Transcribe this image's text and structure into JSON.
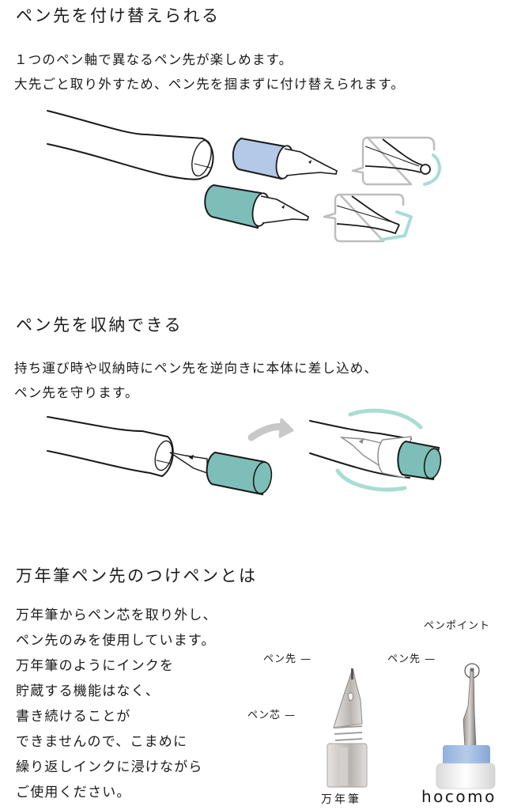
{
  "section1": {
    "title": "ペン先を付け替えられる",
    "lines": [
      "１つのペン軸で異なるペン先が楽しめます。",
      "大先ごと取り外すため、ペン先を掴まずに付け替えられます。"
    ],
    "illustration": "pen-nib-swap-illustration"
  },
  "section2": {
    "title": "ペン先を収納できる",
    "lines": [
      "持ち運び時や収納時にペン先を逆向きに本体に差し込め、",
      "ペン先を守ります。"
    ],
    "illustration": "pen-nib-storage-illustration"
  },
  "section3": {
    "title": "万年筆ペン先のつけペンとは",
    "lines": [
      "万年筆からペン芯を取り外し、",
      "ペン先のみを使用しています。",
      "万年筆のようにインクを",
      "貯蔵する機能はなく、",
      "書き続けることが",
      "できませんので、こまめに",
      "繰り返しインクに浸けながら",
      "ご使用ください。"
    ],
    "fountain_pen": {
      "label_nib": "ペン先 —",
      "label_feed": "ペン芯 —",
      "caption": "万年筆"
    },
    "hocomo": {
      "label_point": "ペンポイント",
      "label_nib": "ペン先 —",
      "caption": "hocomo"
    }
  },
  "colors": {
    "blue_grip": "#b4c8e8",
    "teal_grip": "#7dbfb8",
    "mint_accent": "#a8ddd3",
    "gray_arrow": "#c8c8c8",
    "outline": "#1a1a1a"
  }
}
